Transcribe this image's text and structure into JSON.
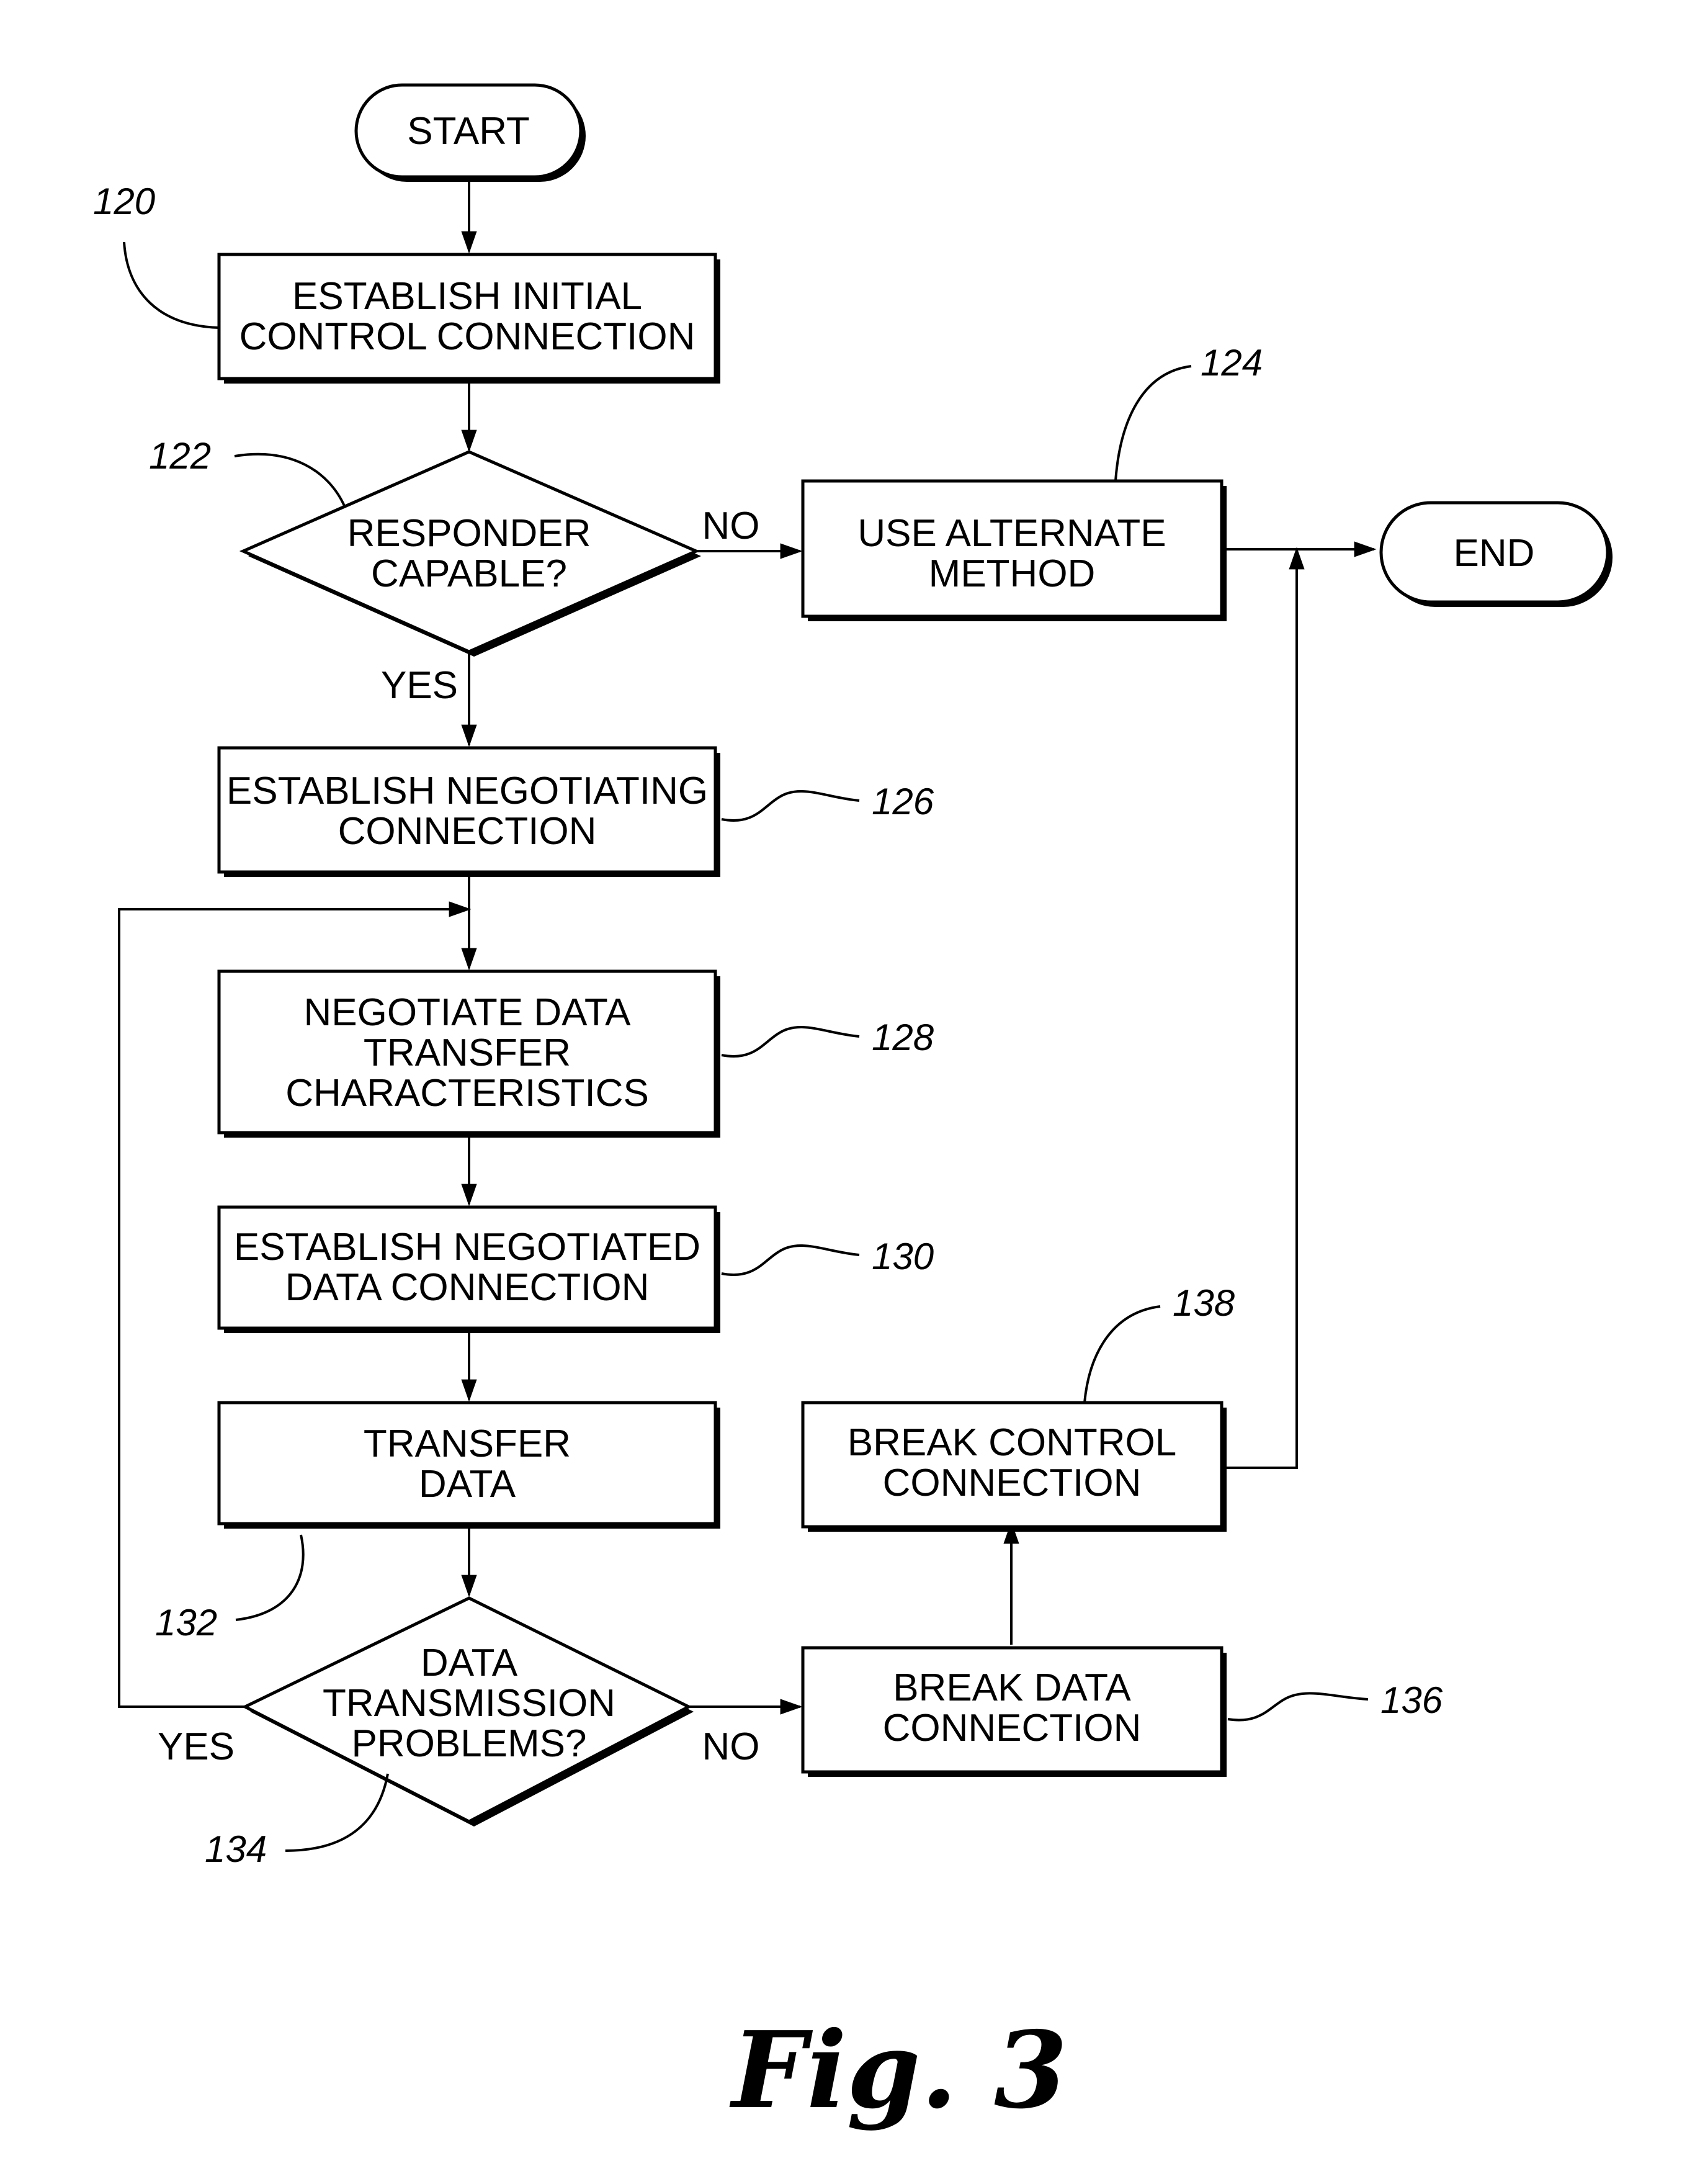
{
  "nodes": {
    "start": "START",
    "establish_initial": [
      "ESTABLISH INITIAL",
      "CONTROL CONNECTION"
    ],
    "responder_capable": [
      "RESPONDER",
      "CAPABLE?"
    ],
    "use_alternate": [
      "USE ALTERNATE",
      "METHOD"
    ],
    "end": "END",
    "establish_negotiating": [
      "ESTABLISH NEGOTIATING",
      "CONNECTION"
    ],
    "negotiate_data": [
      "NEGOTIATE DATA",
      "TRANSFER",
      "CHARACTERISTICS"
    ],
    "establish_negotiated": [
      "ESTABLISH NEGOTIATED",
      "DATA CONNECTION"
    ],
    "transfer_data": [
      "TRANSFER",
      "DATA"
    ],
    "data_problems": [
      "DATA",
      "TRANSMISSION",
      "PROBLEMS?"
    ],
    "break_data": [
      "BREAK DATA",
      "CONNECTION"
    ],
    "break_control": [
      "BREAK CONTROL",
      "CONNECTION"
    ]
  },
  "edge_labels": {
    "responder_no": "NO",
    "responder_yes": "YES",
    "problems_yes": "YES",
    "problems_no": "NO"
  },
  "refs": {
    "r120": "120",
    "r122": "122",
    "r124": "124",
    "r126": "126",
    "r128": "128",
    "r130": "130",
    "r132": "132",
    "r134": "134",
    "r136": "136",
    "r138": "138"
  },
  "figure_caption": "Fig. 3"
}
